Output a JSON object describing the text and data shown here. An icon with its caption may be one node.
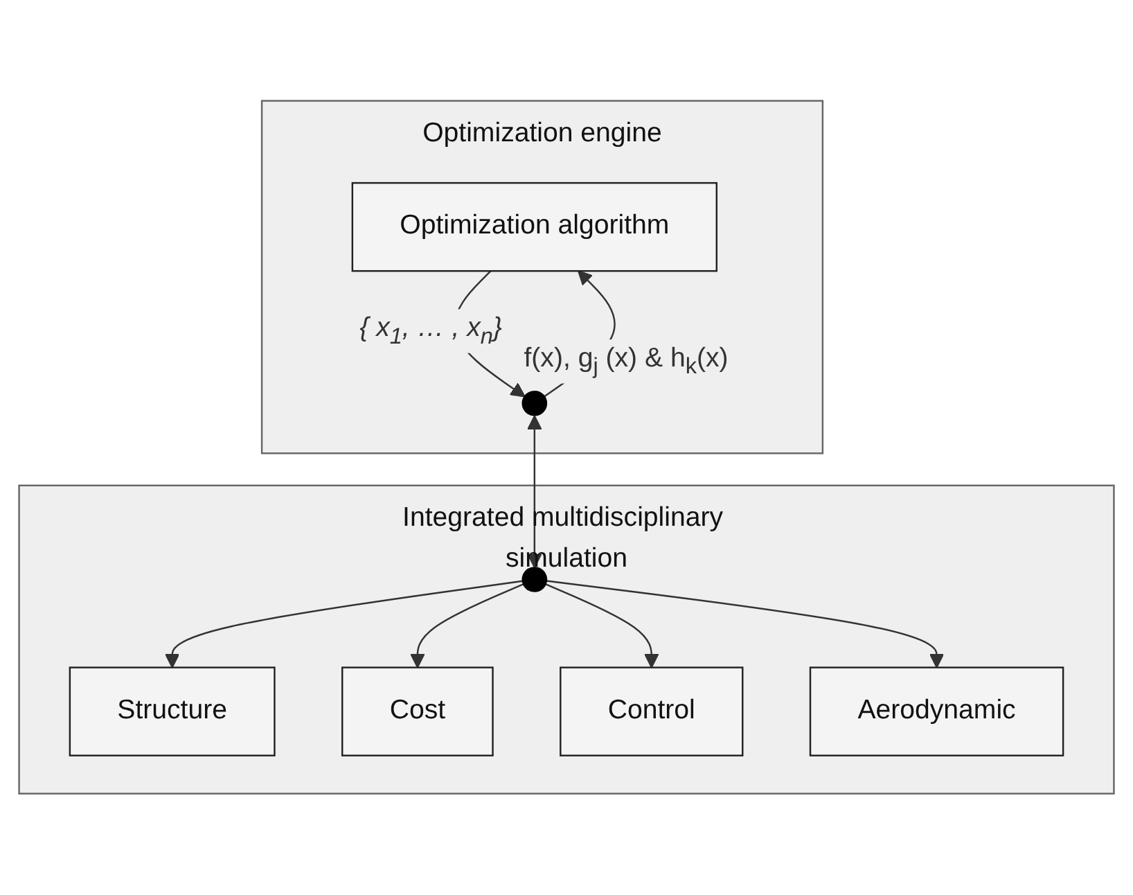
{
  "diagram": {
    "nodes": [
      {
        "text": [
          "Optimization engine"
        ]
      },
      {
        "text": [
          "Optimization algorithm"
        ],
        "in": 0
      },
      {
        "text": [],
        "shape": "circle",
        "in": 0
      },
      {
        "text": [
          "Integrated multidisciplinary simulation"
        ]
      },
      {
        "text": [
          "Structure"
        ],
        "in": 3
      },
      {
        "text": [
          "Cost"
        ],
        "in": 3
      },
      {
        "text": [],
        "shape": "circle",
        "in": 3
      },
      {
        "text": [
          "Control"
        ],
        "in": 3
      },
      {
        "text": [
          "Aerodynamic"
        ],
        "in": 3
      }
    ],
    "edges": [
      {
        "from": 1,
        "to": 2,
        "arrow": "to",
        "label": "{ x$_{1}$,  … , x$_{n}$}"
      },
      {
        "from": 2,
        "to": 1,
        "arrow": "to",
        "label": "f(x), g$_{j}$ (x) & h$_{k}$(x)"
      },
      {
        "from": 2,
        "to": 6,
        "arrow": "both"
      },
      {
        "from": 6,
        "to": 4,
        "arrow": "to"
      },
      {
        "from": 6,
        "to": 5,
        "arrow": "to"
      },
      {
        "from": 6,
        "to": 7,
        "arrow": "to"
      },
      {
        "from": 6,
        "to": 8,
        "arrow": "to"
      }
    ]
  }
}
